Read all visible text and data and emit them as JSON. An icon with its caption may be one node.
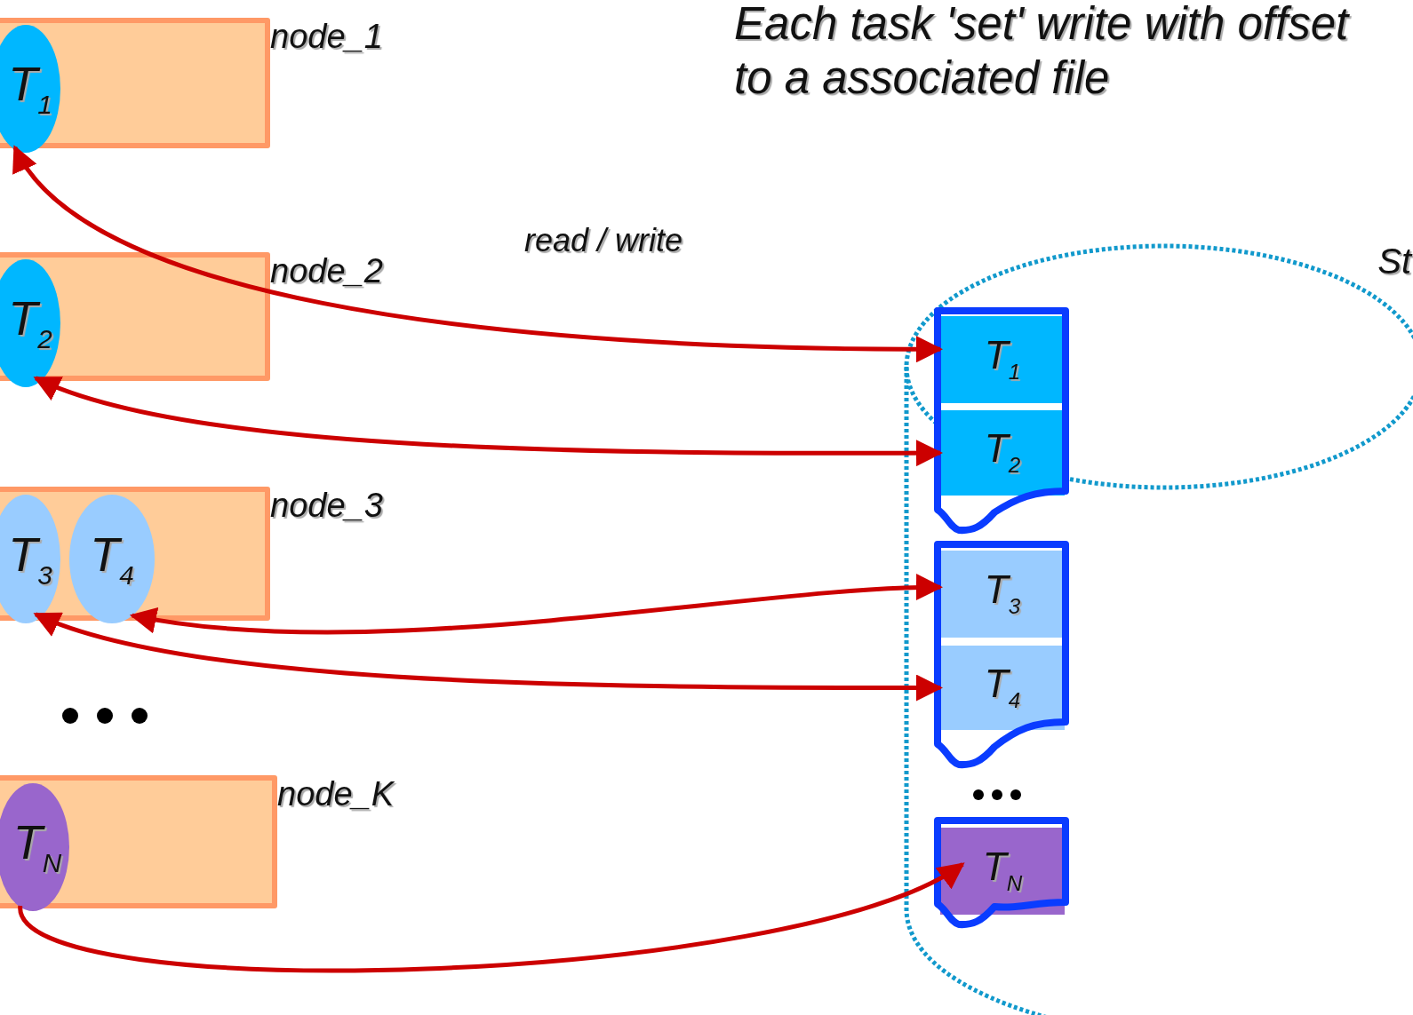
{
  "diagram": {
    "title": "Each task 'set' write with offset to a associated file",
    "nodes": [
      {
        "text": [
          "node_1"
        ]
      },
      {
        "text": [
          "T$_{1}$"
        ],
        "in": 0
      },
      {
        "text": [
          "node_2"
        ]
      },
      {
        "text": [
          "T$_{2}$"
        ],
        "in": 2
      },
      {
        "text": [
          "node_3"
        ]
      },
      {
        "text": [
          "T$_{3}$"
        ],
        "in": 4
      },
      {
        "text": [
          "T$_{4}$"
        ],
        "in": 4
      },
      {
        "text": [
          "node_K"
        ]
      },
      {
        "text": [
          "T$_{N}$"
        ],
        "in": 7
      },
      {
        "text": [
          "St"
        ]
      },
      {
        "text": [],
        "shape": "document",
        "in": 9
      },
      {
        "text": [
          "T$_{1}$"
        ],
        "in": 10
      },
      {
        "text": [
          "T$_{2}$"
        ],
        "in": 10
      },
      {
        "text": [],
        "shape": "document",
        "in": 9
      },
      {
        "text": [
          "T$_{3}$"
        ],
        "in": 13
      },
      {
        "text": [
          "T$_{4}$"
        ],
        "in": 13
      },
      {
        "text": [],
        "shape": "document",
        "in": 9
      },
      {
        "text": [
          "T$_{N}$"
        ],
        "in": 16
      }
    ],
    "edges": [
      {
        "from": 1,
        "to": 11,
        "arrow": "both"
      },
      {
        "from": 3,
        "to": 12,
        "arrow": "both"
      },
      {
        "from": 5,
        "to": 15,
        "arrow": "both"
      },
      {
        "from": 6,
        "to": 14,
        "arrow": "both"
      },
      {
        "from": 8,
        "to": 17,
        "arrow": "to"
      }
    ],
    "labels": [
      "read / write"
    ]
  }
}
